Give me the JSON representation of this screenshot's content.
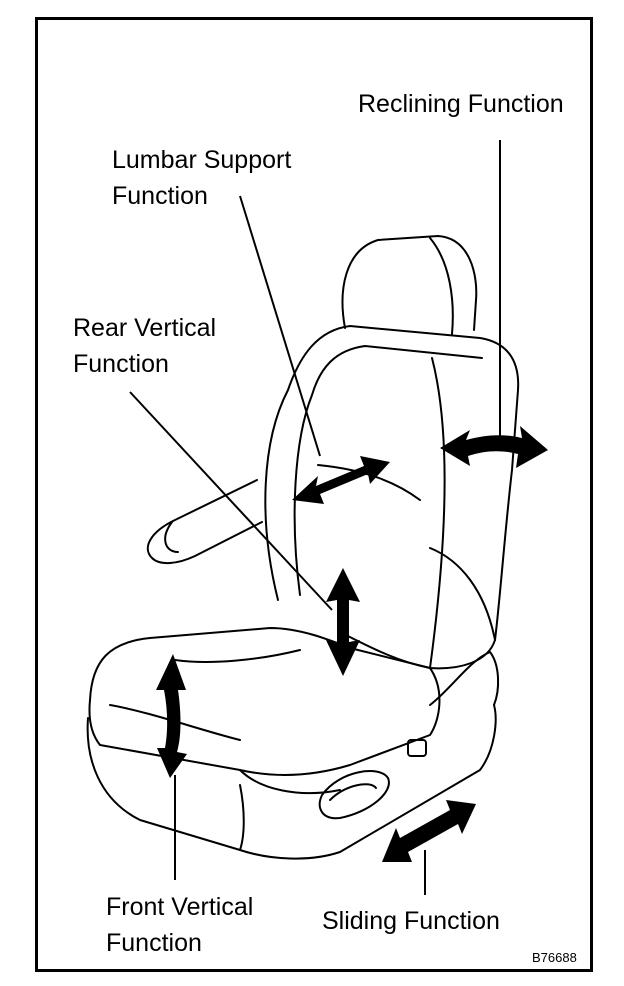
{
  "labels": {
    "reclining": "Reclining Function",
    "lumbar": "Lumbar Support\nFunction",
    "rear_vertical": "Rear Vertical\nFunction",
    "front_vertical": "Front Vertical\nFunction",
    "sliding": "Sliding Function"
  },
  "figure_id": "B76688"
}
